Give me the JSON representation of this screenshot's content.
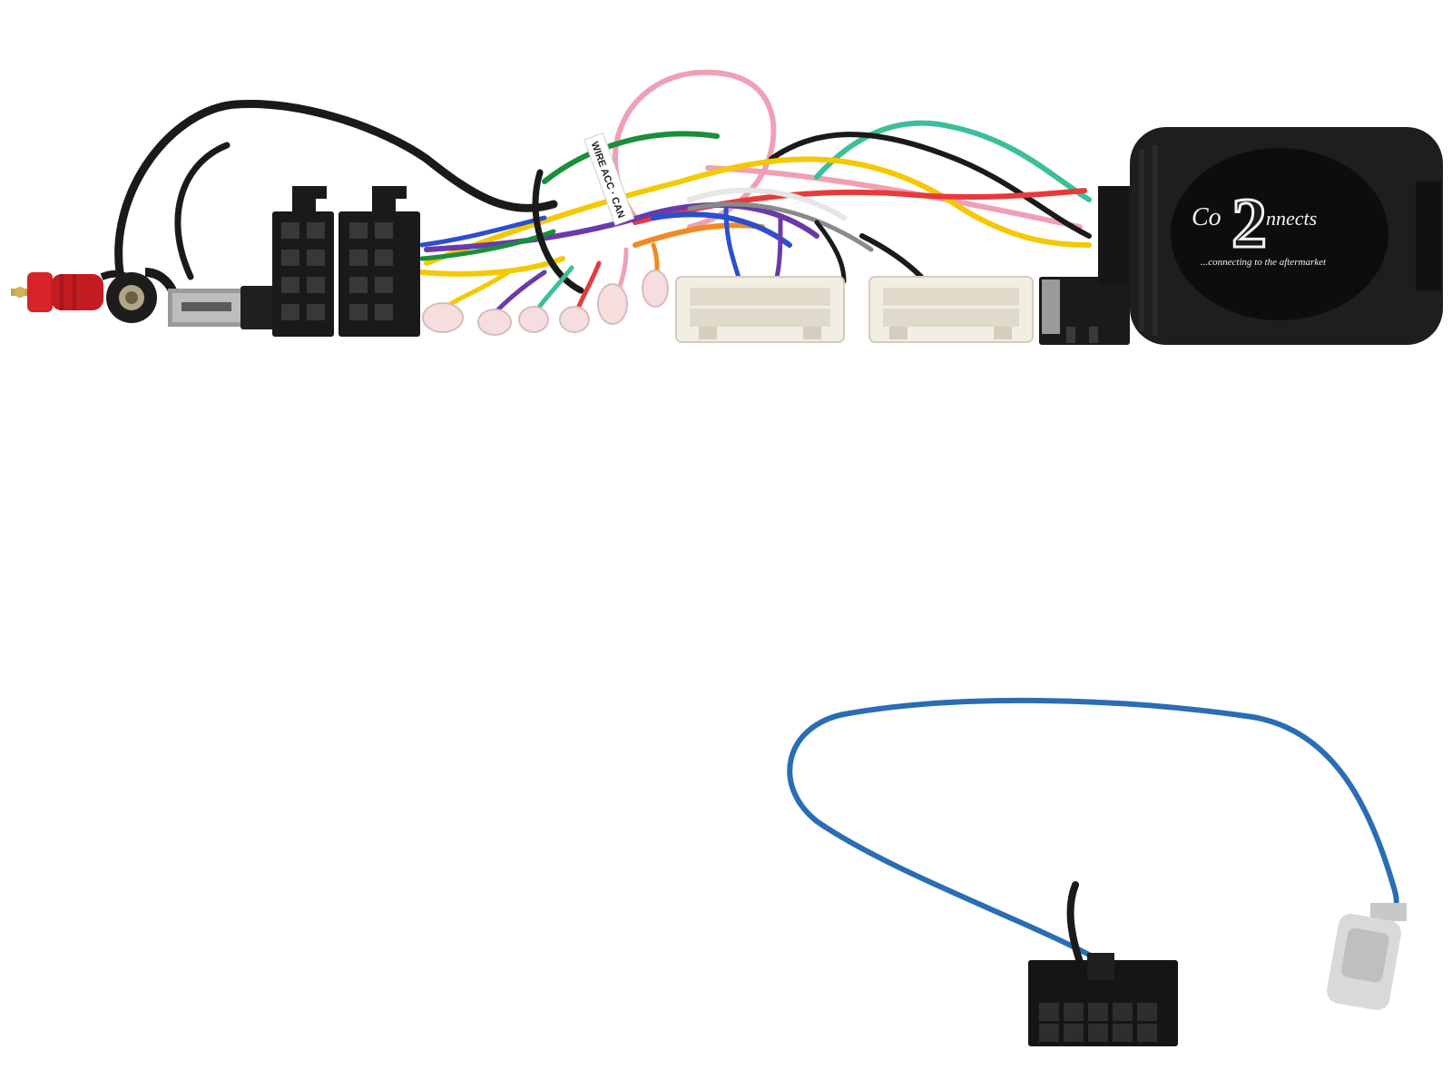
{
  "product": {
    "logo": {
      "brand_left": "Co",
      "brand_digit": "2",
      "brand_right": "nnects",
      "tagline": "...connecting to the aftermarket"
    },
    "cable_tag": {
      "text": "WIRE ACC · CAN"
    }
  },
  "colors": {
    "background": "#ffffff",
    "module_body": "#1e1e1e",
    "connector_black": "#1a1a1a",
    "connector_white": "#f2eee4",
    "rca_red": "#d8232a",
    "blue_lead": "#2a6db5",
    "wires": [
      "#f0a0b4",
      "#1a1a1a",
      "#3bbf9a",
      "#f5c800",
      "#e83a3a",
      "#6a3aa8",
      "#1a8f3a",
      "#2a4fd0",
      "#f08a24",
      "#ffffff",
      "#8a8a8a"
    ]
  }
}
